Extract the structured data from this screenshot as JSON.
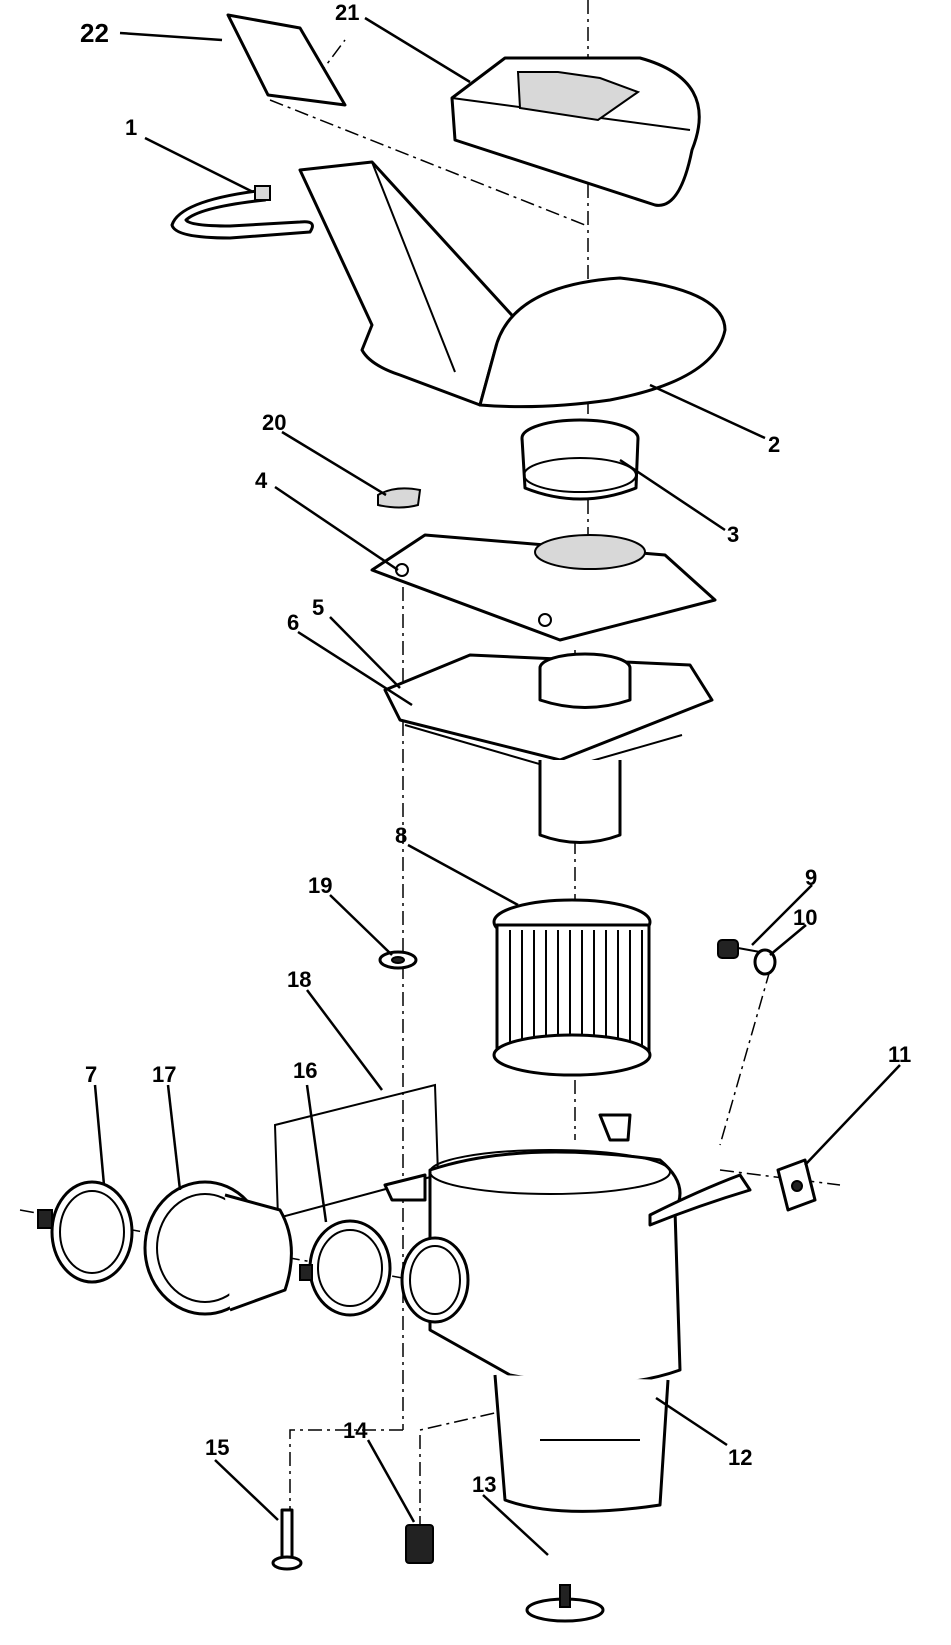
{
  "diagram": {
    "callouts": [
      {
        "id": "c1",
        "text": "1"
      },
      {
        "id": "c2",
        "text": "2"
      },
      {
        "id": "c3",
        "text": "3"
      },
      {
        "id": "c4",
        "text": "4"
      },
      {
        "id": "c5",
        "text": "5"
      },
      {
        "id": "c6",
        "text": "6"
      },
      {
        "id": "c7",
        "text": "7"
      },
      {
        "id": "c8",
        "text": "8"
      },
      {
        "id": "c9",
        "text": "9"
      },
      {
        "id": "c10",
        "text": "10"
      },
      {
        "id": "c11",
        "text": "11"
      },
      {
        "id": "c12",
        "text": "12"
      },
      {
        "id": "c13",
        "text": "13"
      },
      {
        "id": "c14",
        "text": "14"
      },
      {
        "id": "c15",
        "text": "15"
      },
      {
        "id": "c16",
        "text": "16"
      },
      {
        "id": "c17",
        "text": "17"
      },
      {
        "id": "c18",
        "text": "18"
      },
      {
        "id": "c19",
        "text": "19"
      },
      {
        "id": "c20",
        "text": "20"
      },
      {
        "id": "c21",
        "text": "21"
      },
      {
        "id": "c22",
        "text": "22"
      }
    ]
  }
}
